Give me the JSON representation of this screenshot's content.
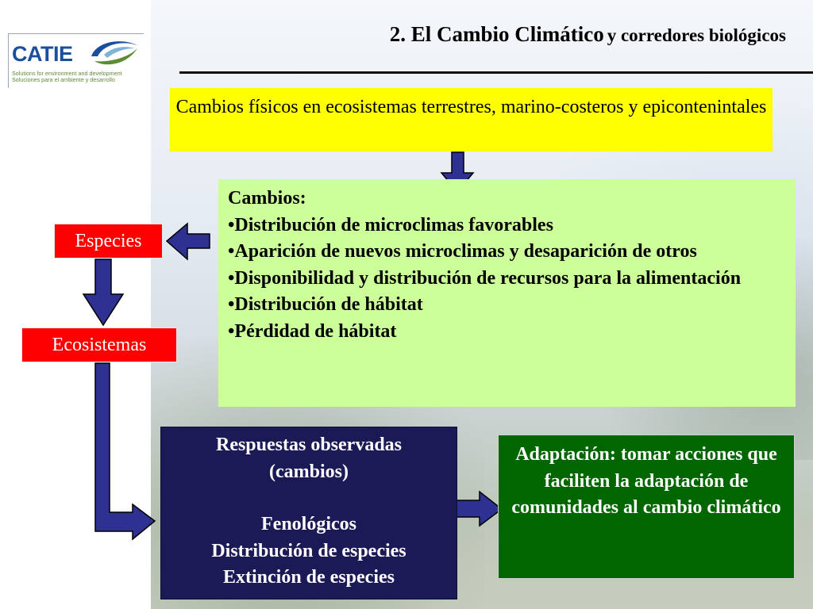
{
  "header": {
    "title_main": "2. El Cambio Climático",
    "title_sub": "y corredores biológicos"
  },
  "logo": {
    "name": "CATIE",
    "tagline_en": "Solutions for environment and development",
    "tagline_es": "Soluciones para el ambiente y desarrollo"
  },
  "boxes": {
    "physical_changes": "Cambios físicos en ecosistemas terrestres, marino-costeros y epicontenintales",
    "changes": {
      "heading": "Cambios:",
      "items": [
        "•Distribución de microclimas favorables",
        "•Aparición de nuevos microclimas y desaparición de otros",
        "•Disponibilidad y distribución de recursos para la alimentación",
        "•Distribución de hábitat",
        "•Pérdidad de hábitat"
      ]
    },
    "species": "Especies",
    "ecosystems": "Ecosistemas",
    "responses": {
      "line1": "Respuestas observadas",
      "line2": "(cambios)",
      "line3": "Fenológicos",
      "line4": "Distribución de especies",
      "line5": "Extinción de especies"
    },
    "adaptation": "Adaptación: tomar acciones que faciliten la adaptación de comunidades al cambio climático"
  },
  "colors": {
    "yellow": "#ffff00",
    "light_green": "#ccff99",
    "red": "#ff0000",
    "navy": "#1c1a56",
    "dark_green": "#006600",
    "arrow_fill": "#2e3192",
    "logo_blue": "#1b4f9c",
    "logo_green": "#5e8c34"
  }
}
